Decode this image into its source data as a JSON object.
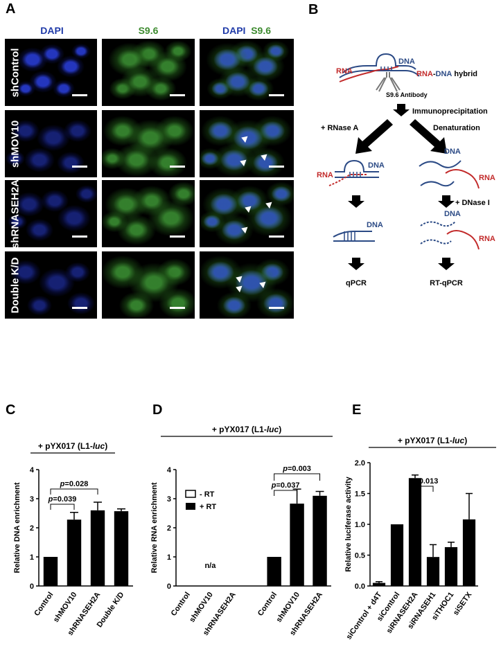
{
  "panel_labels": {
    "a": "A",
    "b": "B",
    "c": "C",
    "d": "D",
    "e": "E"
  },
  "panelA": {
    "column_headers": {
      "dapi": "DAPI",
      "s96": "S9.6",
      "merge_dapi": "DAPI",
      "merge_s96": "S9.6"
    },
    "row_labels": [
      "shControl",
      "shMOV10",
      "shRNASEH2A",
      "Double K/D"
    ],
    "colors": {
      "dapi": "#1f3aa8",
      "s96": "#3c8a2e"
    }
  },
  "panelB": {
    "labels": {
      "dna_top": "DNA",
      "rna_top": "RNA",
      "hybrid_rna": "RNA",
      "hybrid_sep": "-",
      "hybrid_dna": "DNA",
      "hybrid_word": "hybrid",
      "antibody": "S9.6 Antibody",
      "immunoprecipitation": "Immunoprecipitation",
      "rnase": "+ RNase A",
      "denaturation": "Denaturation",
      "left_rna": "RNA",
      "left_dna": "DNA",
      "right_dna": "DNA",
      "right_rna": "RNA",
      "dnase": "+ DNase I",
      "left_dna2": "DNA",
      "right_dna2": "DNA",
      "right_rna2": "RNA",
      "qpcr": "qPCR",
      "rtqpcr": "RT-qPCR"
    },
    "colors": {
      "dna": "#2b4a85",
      "rna": "#c22a2a"
    }
  },
  "chart_data": [
    {
      "type": "bar",
      "id": "C",
      "title": "+ pYX017 (L1-luc)",
      "ylabel": "Relative DNA enrichment",
      "ylim": [
        0,
        4
      ],
      "yticks": [
        "0",
        "1",
        "2",
        "3",
        "4"
      ],
      "categories": [
        "Control",
        "shMOV10",
        "shRNASEH2A",
        "Double K/D"
      ],
      "values": [
        1.0,
        2.28,
        2.6,
        2.57
      ],
      "errors": [
        0.0,
        0.25,
        0.28,
        0.08
      ],
      "annotations": [
        {
          "p": "p",
          "value": "=0.039",
          "from": 0,
          "to": 1
        },
        {
          "p": "p",
          "value": "=0.028",
          "from": 0,
          "to": 2
        }
      ]
    },
    {
      "type": "bar",
      "id": "D",
      "title": "+ pYX017 (L1-luc)",
      "ylabel": "Relative RNA enrichment",
      "ylim": [
        0,
        4
      ],
      "yticks": [
        "0",
        "1",
        "2",
        "3",
        "4"
      ],
      "categories": [
        "Control",
        "shMOV10",
        "shRNASEH2A",
        "Control",
        "shMOV10",
        "shRNASEH2A"
      ],
      "series": [
        {
          "name": "- RT",
          "values": [
            0,
            0,
            0
          ]
        },
        {
          "name": "+ RT",
          "values": [
            1.0,
            2.83,
            3.1
          ]
        }
      ],
      "errors": [
        0.0,
        0.5,
        0.15
      ],
      "na_label": "n/a",
      "legend_labels": [
        "- RT",
        "+ RT"
      ],
      "annotations": [
        {
          "p": "p",
          "value": "=0.037",
          "from": 0,
          "to": 1
        },
        {
          "p": "p",
          "value": "=0.003",
          "from": 0,
          "to": 2
        }
      ]
    },
    {
      "type": "bar",
      "id": "E",
      "title": "+ pYX017 (L1-luc)",
      "ylabel": "Relative luciferase activity",
      "ylim": [
        0,
        2.0
      ],
      "yticks": [
        "0.0",
        "0.5",
        "1.0",
        "1.5",
        "2.0"
      ],
      "categories": [
        "siControl + d4T",
        "siControl",
        "siRNASEH2A",
        "siRNASEH1",
        "siTHOC1",
        "siSETX"
      ],
      "values": [
        0.05,
        1.0,
        1.75,
        0.47,
        0.63,
        1.08
      ],
      "errors": [
        0.02,
        0.0,
        0.05,
        0.2,
        0.08,
        0.42
      ],
      "annotations": [
        {
          "p": "p",
          "value": "=0.013",
          "from": 2,
          "to": 3
        }
      ]
    }
  ]
}
